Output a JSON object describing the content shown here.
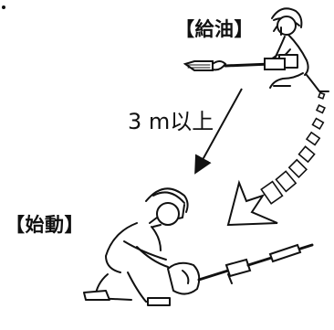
{
  "labels": {
    "refuel": "【給油】",
    "distance": "3 m以上",
    "start": "【始動】"
  },
  "icons": {
    "refuel_figure": "person-refueling-hedge-trimmer",
    "start_figure": "person-starting-hedge-trimmer",
    "move_arrow": "dashed-curved-arrow",
    "distance_arrow": "straight-arrow"
  },
  "colors": {
    "ink": "#111111",
    "background": "#ffffff"
  }
}
